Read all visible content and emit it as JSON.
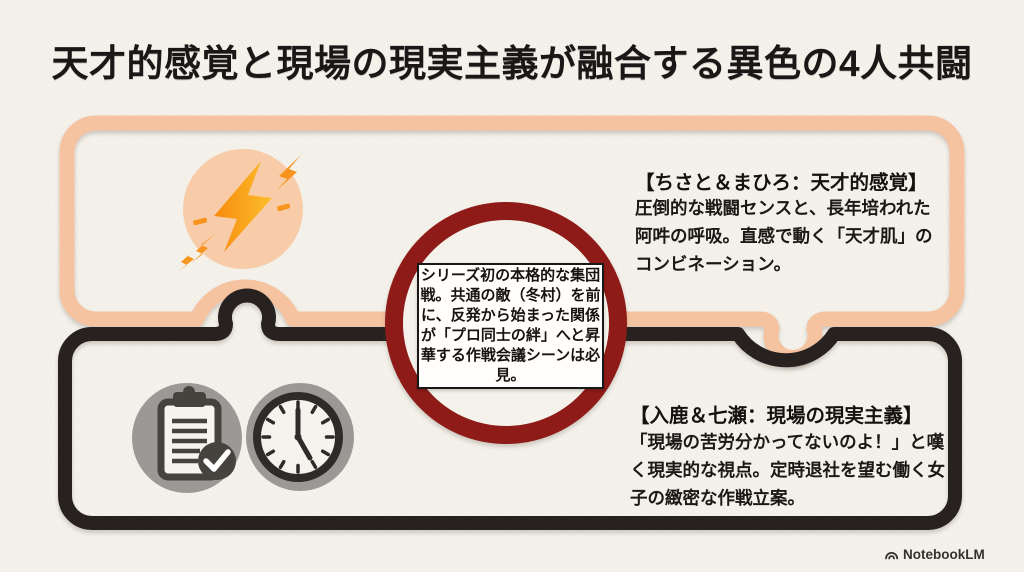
{
  "title": "天才的感覚と現場の現実主義が融合する異色の4人共闘",
  "top_section": {
    "icon": "lightning-bolt",
    "heading": "【ちさと＆まひろ：天才的感覚】",
    "body": "圧倒的な戦闘センスと、長年培われた阿吽の呼吸。直感で動く「天才肌」のコンビネーション。"
  },
  "bottom_section": {
    "icons": [
      "clipboard-check",
      "clock-5-oclock"
    ],
    "heading": "【入鹿＆七瀬：現場の現実主義】",
    "body": "「現場の苦労分かってないのよ！」と嘆く現実的な視点。定時退社を望む働く女子の緻密な作戦立案。"
  },
  "center_note": {
    "text": "シリーズ初の本格的な集団戦。共通の敵（冬村）を前に、反発から始まった関係が「プロ同士の絆」へと昇華する作戦会議シーンは必見。"
  },
  "footer": {
    "watermark": "NotebookLM"
  },
  "colors": {
    "background": "#F4F2EB",
    "peach_border": "#F5C3A0",
    "peach_fill": "#F8CCA9",
    "black_border": "#272220",
    "ring_red": "#8E1B17",
    "bolt_orange_dark": "#F68B0B",
    "bolt_orange_light": "#FCBE2D",
    "icon_gray": "#9B9896",
    "icon_dark_gray": "#46423E",
    "text_dark": "#1A1816"
  }
}
